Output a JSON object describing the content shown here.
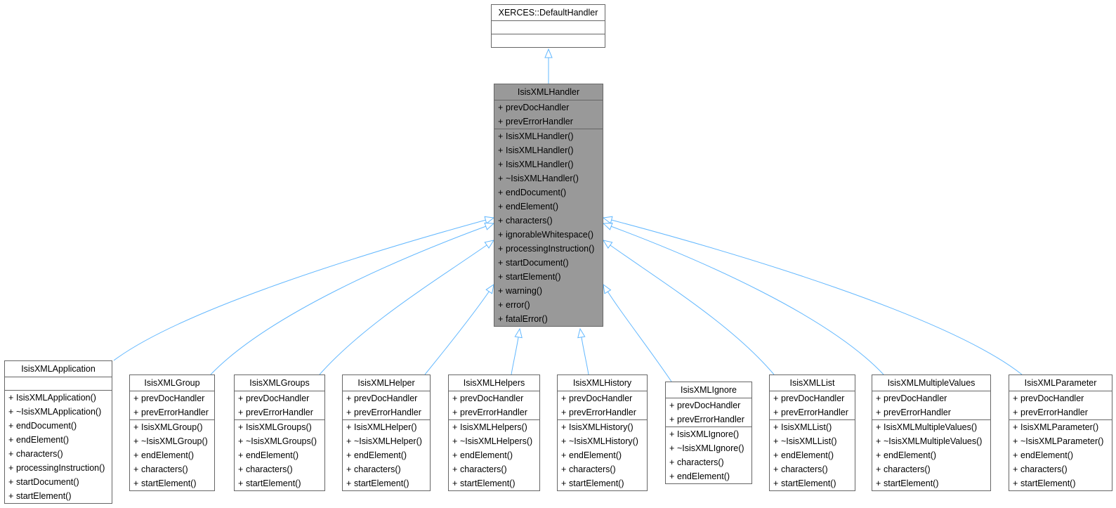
{
  "colors": {
    "edge": "#63b8ff",
    "focus_fill": "#999999",
    "border": "#666666"
  },
  "nodes": [
    {
      "id": "base",
      "title": "XERCES::DefaultHandler",
      "attributes": [],
      "methods": []
    },
    {
      "id": "focus",
      "title": "IsisXMLHandler",
      "focus": true,
      "attributes": [
        "prevDocHandler",
        "prevErrorHandler"
      ],
      "methods": [
        "IsisXMLHandler()",
        "IsisXMLHandler()",
        "IsisXMLHandler()",
        "~IsisXMLHandler()",
        "endDocument()",
        "endElement()",
        "characters()",
        "ignorableWhitespace()",
        "processingInstruction()",
        "startDocument()",
        "startElement()",
        "warning()",
        "error()",
        "fatalError()"
      ]
    },
    {
      "id": "c0",
      "title": "IsisXMLApplication",
      "attributes": [],
      "methods": [
        "IsisXMLApplication()",
        "~IsisXMLApplication()",
        "endDocument()",
        "endElement()",
        "characters()",
        "processingInstruction()",
        "startDocument()",
        "startElement()"
      ]
    },
    {
      "id": "c1",
      "title": "IsisXMLGroup",
      "attributes": [
        "prevDocHandler",
        "prevErrorHandler"
      ],
      "methods": [
        "IsisXMLGroup()",
        "~IsisXMLGroup()",
        "endElement()",
        "characters()",
        "startElement()"
      ]
    },
    {
      "id": "c2",
      "title": "IsisXMLGroups",
      "attributes": [
        "prevDocHandler",
        "prevErrorHandler"
      ],
      "methods": [
        "IsisXMLGroups()",
        "~IsisXMLGroups()",
        "endElement()",
        "characters()",
        "startElement()"
      ]
    },
    {
      "id": "c3",
      "title": "IsisXMLHelper",
      "attributes": [
        "prevDocHandler",
        "prevErrorHandler"
      ],
      "methods": [
        "IsisXMLHelper()",
        "~IsisXMLHelper()",
        "endElement()",
        "characters()",
        "startElement()"
      ]
    },
    {
      "id": "c4",
      "title": "IsisXMLHelpers",
      "attributes": [
        "prevDocHandler",
        "prevErrorHandler"
      ],
      "methods": [
        "IsisXMLHelpers()",
        "~IsisXMLHelpers()",
        "endElement()",
        "characters()",
        "startElement()"
      ]
    },
    {
      "id": "c5",
      "title": "IsisXMLHistory",
      "attributes": [
        "prevDocHandler",
        "prevErrorHandler"
      ],
      "methods": [
        "IsisXMLHistory()",
        "~IsisXMLHistory()",
        "endElement()",
        "characters()",
        "startElement()"
      ]
    },
    {
      "id": "c6",
      "title": "IsisXMLIgnore",
      "attributes": [
        "prevDocHandler",
        "prevErrorHandler"
      ],
      "methods": [
        "IsisXMLIgnore()",
        "~IsisXMLIgnore()",
        "characters()",
        "endElement()"
      ]
    },
    {
      "id": "c7",
      "title": "IsisXMLList",
      "attributes": [
        "prevDocHandler",
        "prevErrorHandler"
      ],
      "methods": [
        "IsisXMLList()",
        "~IsisXMLList()",
        "endElement()",
        "characters()",
        "startElement()"
      ]
    },
    {
      "id": "c8",
      "title": "IsisXMLMultipleValues",
      "attributes": [
        "prevDocHandler",
        "prevErrorHandler"
      ],
      "methods": [
        "IsisXMLMultipleValues()",
        "~IsisXMLMultipleValues()",
        "endElement()",
        "characters()",
        "startElement()"
      ]
    },
    {
      "id": "c9",
      "title": "IsisXMLParameter",
      "attributes": [
        "prevDocHandler",
        "prevErrorHandler"
      ],
      "methods": [
        "IsisXMLParameter()",
        "~IsisXMLParameter()",
        "endElement()",
        "characters()",
        "startElement()"
      ]
    }
  ],
  "edges": [
    {
      "from": "focus",
      "to": "base"
    },
    {
      "from": "c0",
      "to": "focus"
    },
    {
      "from": "c1",
      "to": "focus"
    },
    {
      "from": "c2",
      "to": "focus"
    },
    {
      "from": "c3",
      "to": "focus"
    },
    {
      "from": "c4",
      "to": "focus"
    },
    {
      "from": "c5",
      "to": "focus"
    },
    {
      "from": "c6",
      "to": "focus"
    },
    {
      "from": "c7",
      "to": "focus"
    },
    {
      "from": "c8",
      "to": "focus"
    },
    {
      "from": "c9",
      "to": "focus"
    }
  ]
}
